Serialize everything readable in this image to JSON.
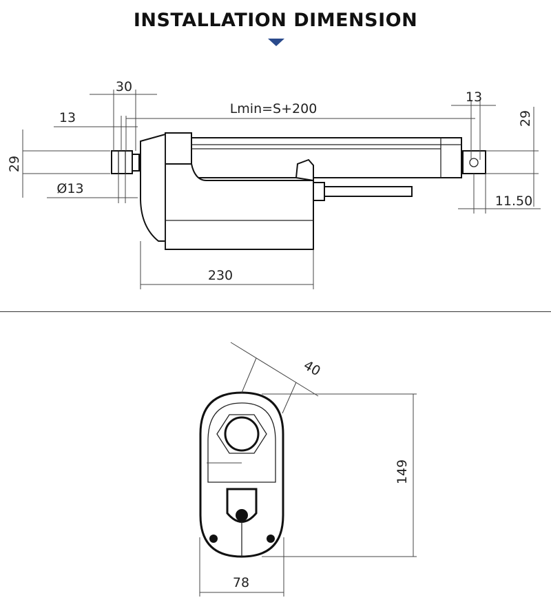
{
  "header": {
    "title": "INSTALLATION DIMENSION",
    "accent_color": "#2a4a8c"
  },
  "side_view": {
    "dimensions": {
      "mount_offset": "30",
      "rod_end_width": "13",
      "lmin": "Lmin=S+200",
      "clevis_width": "13",
      "height_right": "29",
      "height_left": "29",
      "hole_diameter": "Ø13",
      "clevis_offset": "11.50",
      "body_length": "230"
    }
  },
  "end_view": {
    "dimensions": {
      "diagonal": "40",
      "height": "149",
      "width": "78"
    }
  }
}
